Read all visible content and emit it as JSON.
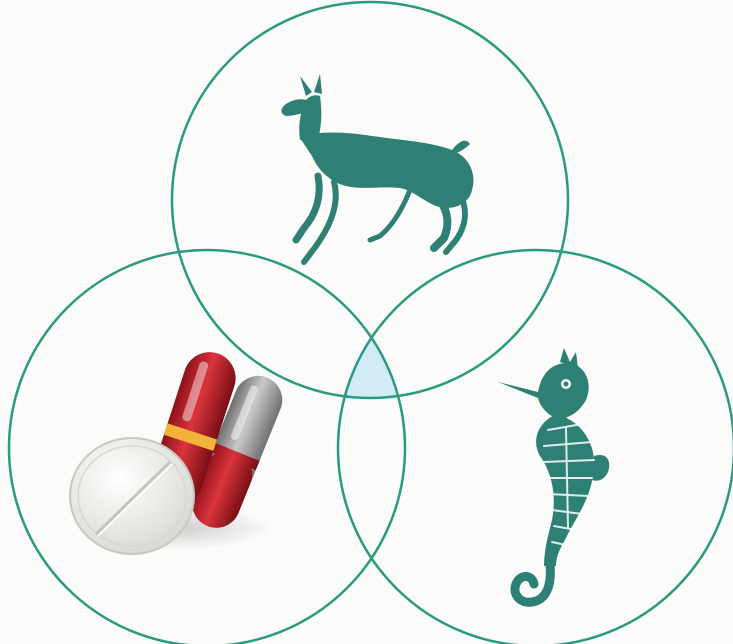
{
  "diagram": {
    "type": "venn-three-circles",
    "ring_color": "#2a9a80",
    "illustration_color": "#2e7f74",
    "overlap_tint": "#d2ecf6",
    "circles": [
      {
        "id": "top",
        "icon": "deer-icon"
      },
      {
        "id": "left",
        "icon": "pills-icon"
      },
      {
        "id": "right",
        "icon": "seahorse-icon"
      }
    ],
    "capsule_colors": {
      "red": "#c8262f",
      "grey": "#9c9c9c",
      "band": "#f1b33a"
    },
    "tablet_color": "#efefeb"
  }
}
